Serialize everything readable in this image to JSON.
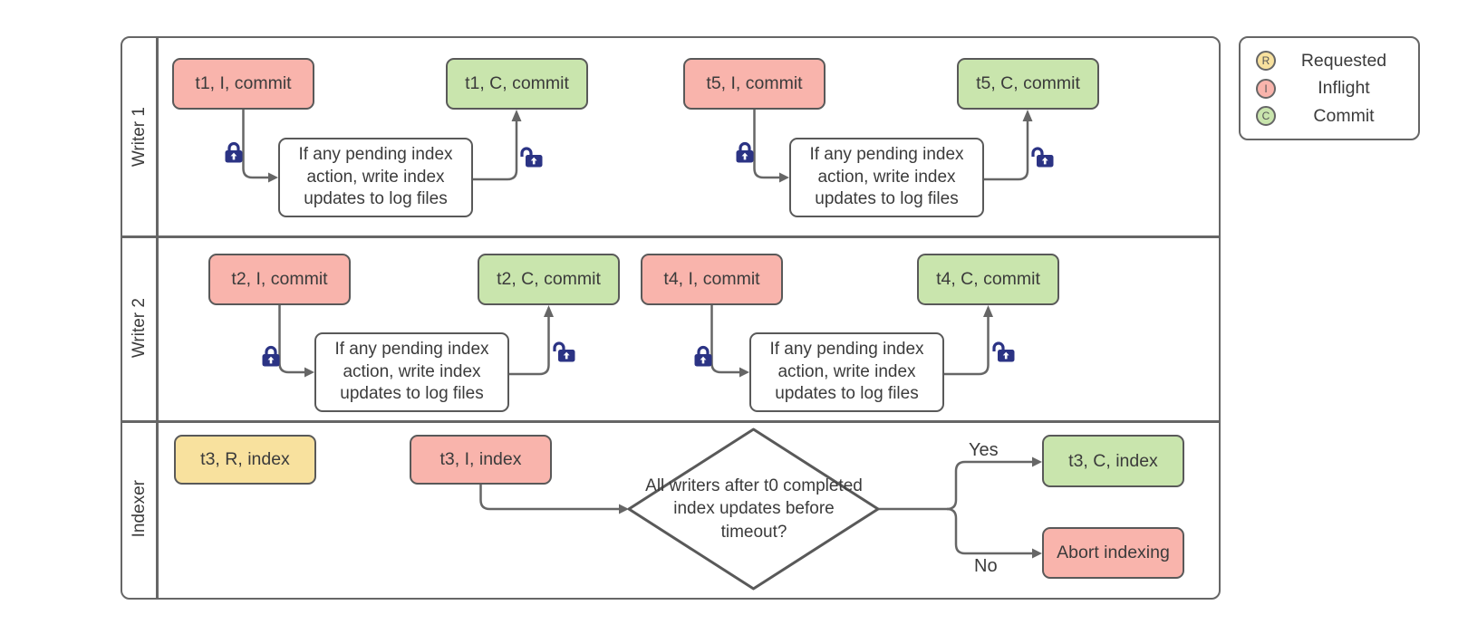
{
  "diagram": {
    "lanes": [
      {
        "label": "Writer 1"
      },
      {
        "label": "Writer 2"
      },
      {
        "label": "Indexer"
      }
    ],
    "nodes": {
      "t1i": "t1, I, commit",
      "t1c": "t1, C, commit",
      "t5i": "t5, I, commit",
      "t5c": "t5, C, commit",
      "t2i": "t2, I, commit",
      "t2c": "t2, C, commit",
      "t4i": "t4, I, commit",
      "t4c": "t4, C, commit",
      "t3r": "t3, R, index",
      "t3i": "t3, I, index",
      "t3c": "t3, C, index",
      "abort": "Abort indexing"
    },
    "process_text": "If any pending index action, write index updates to log files",
    "decision_text": "All writers after t0 completed index updates before timeout?",
    "branch_labels": {
      "yes": "Yes",
      "no": "No"
    },
    "icons": {
      "closed_lock": "lock-closed-icon",
      "open_lock": "lock-open-icon"
    },
    "colors": {
      "inflight_fill": "#f9b4ac",
      "commit_fill": "#c9e5ad",
      "requested_fill": "#f8e19e",
      "process_fill": "#ffffff",
      "box_border": "#595959",
      "line": "#666666",
      "lock": "#2b3384",
      "text": "#3b3b3b"
    }
  },
  "legend": {
    "items": [
      {
        "letter": "R",
        "label": "Requested"
      },
      {
        "letter": "I",
        "label": "Inflight"
      },
      {
        "letter": "C",
        "label": "Commit"
      }
    ]
  }
}
